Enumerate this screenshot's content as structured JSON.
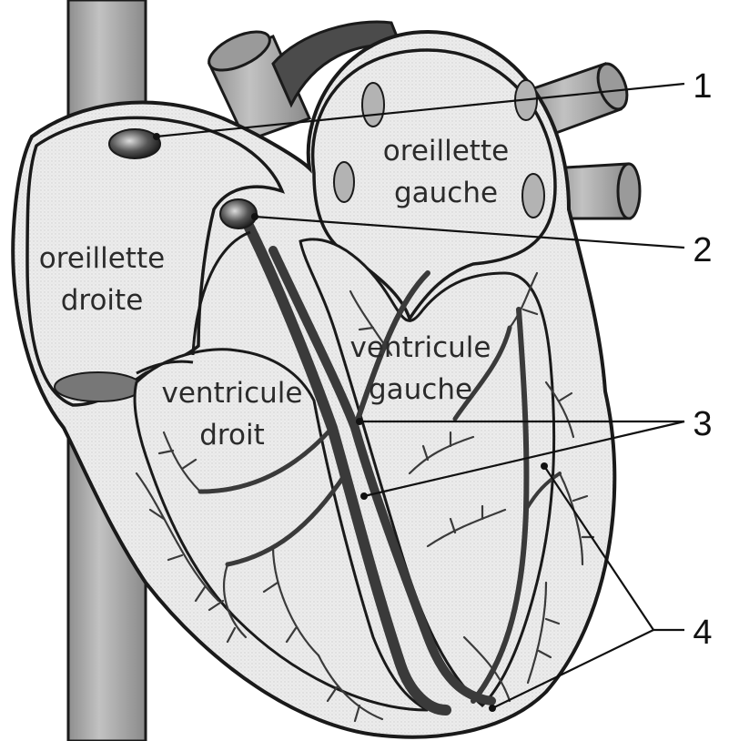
{
  "labels": {
    "left_atrium_line1": "oreillette",
    "left_atrium_line2": "gauche",
    "right_atrium_line1": "oreillette",
    "right_atrium_line2": "droite",
    "left_ventricle_line1": "ventricule",
    "left_ventricle_line2": "gauche",
    "right_ventricle_line1": "ventricule",
    "right_ventricle_line2": "droit"
  },
  "markers": {
    "m1": "1",
    "m2": "2",
    "m3": "3",
    "m4": "4"
  },
  "colors": {
    "outline": "#1a1a1a",
    "tissue": "#ececec",
    "vessel": "#a9a9a9",
    "conduction": "#3a3a3a",
    "node": "#444444"
  }
}
